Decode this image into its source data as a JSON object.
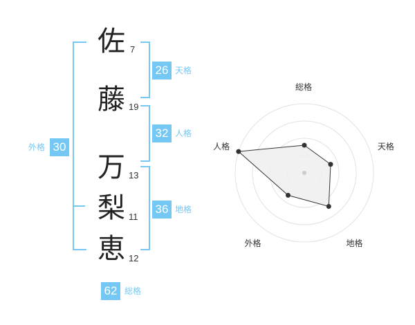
{
  "name": {
    "characters": [
      {
        "char": "佐",
        "strokes": "7"
      },
      {
        "char": "藤",
        "strokes": "19"
      },
      {
        "char": "万",
        "strokes": "13"
      },
      {
        "char": "梨",
        "strokes": "11"
      },
      {
        "char": "恵",
        "strokes": "12"
      }
    ]
  },
  "kakusu": {
    "ten": {
      "value": "26",
      "label": "天格"
    },
    "jin": {
      "value": "32",
      "label": "人格"
    },
    "chi": {
      "value": "36",
      "label": "地格"
    },
    "gai": {
      "value": "30",
      "label": "外格"
    },
    "sou": {
      "value": "62",
      "label": "総格"
    }
  },
  "chart_data": {
    "type": "radar",
    "axes": [
      "総格",
      "天格",
      "地格",
      "外格",
      "人格"
    ],
    "values": [
      2,
      2,
      3,
      2,
      5
    ],
    "rmax": 5,
    "rings": 4,
    "colors": {
      "fill": "#eeeeee",
      "stroke": "#333333",
      "point": "#333333",
      "ring": "#e2e2e2",
      "center": "#cccccc"
    }
  }
}
